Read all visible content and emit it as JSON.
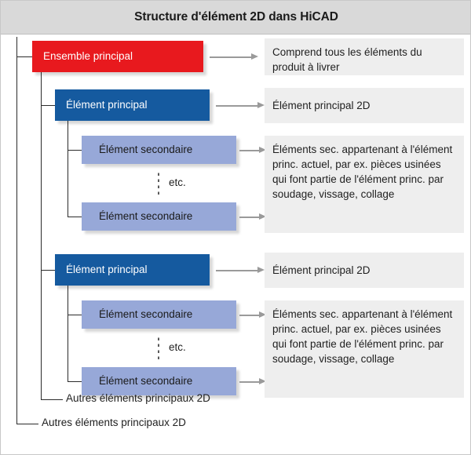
{
  "header": {
    "title": "Structure d'élément 2D dans HiCAD"
  },
  "colors": {
    "root_box": "#e8191e",
    "main_box": "#155a9f",
    "sub_box": "#97a8d8",
    "desc_panel": "#eeeeee",
    "header_bg": "#d9d9d9",
    "connector": "#2b2b2b",
    "arrow": "#9a9a9a"
  },
  "diagram": {
    "root": {
      "label": "Ensemble principal",
      "description": "Comprend tous les éléments du produit à livrer"
    },
    "branches": [
      {
        "main": {
          "label": "Élément principal",
          "description": "Élément principal 2D"
        },
        "sub_first": {
          "label": "Élément secondaire"
        },
        "etc": {
          "label": "etc."
        },
        "sub_last": {
          "label": "Élément secondaire"
        },
        "sub_description": "Éléments sec. appartenant à l'élément princ. actuel, par ex. pièces usinées qui font partie de l'élément princ. par soudage, vissage, collage"
      },
      {
        "main": {
          "label": "Élément principal",
          "description": "Élément principal 2D"
        },
        "sub_first": {
          "label": "Élément secondaire"
        },
        "etc": {
          "label": "etc."
        },
        "sub_last": {
          "label": "Élément secondaire"
        },
        "sub_description": "Éléments sec. appartenant à l'élément princ. actuel, par ex. pièces usinées qui font partie de l'élément princ. par soudage, vissage, collage"
      }
    ],
    "leaves": [
      {
        "label": "Autres éléments principaux 2D"
      },
      {
        "label": "Autres éléments principaux 2D"
      }
    ]
  }
}
